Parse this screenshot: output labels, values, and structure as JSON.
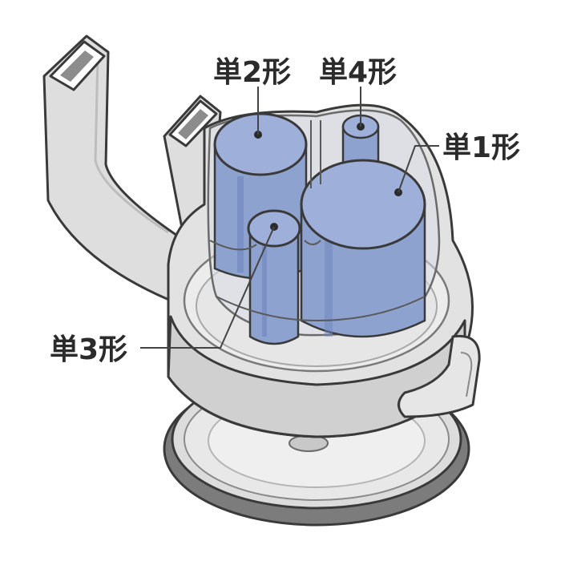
{
  "labels": {
    "size_d": "単2形",
    "size_aaa": "単4形",
    "size_c": "単1形",
    "size_aa": "単3形"
  },
  "colors": {
    "outline": "#3a3a3a",
    "body_light": "#e6e6e6",
    "body_mid": "#d2d2d2",
    "body_dark": "#9a9a9a",
    "battery_fill": "#8ea2cf",
    "battery_top": "#9eb0da",
    "battery_side": "#6f86bf",
    "leader_line": "#444444"
  },
  "icons": {
    "product": "battery-adapter-holder-illustration"
  }
}
